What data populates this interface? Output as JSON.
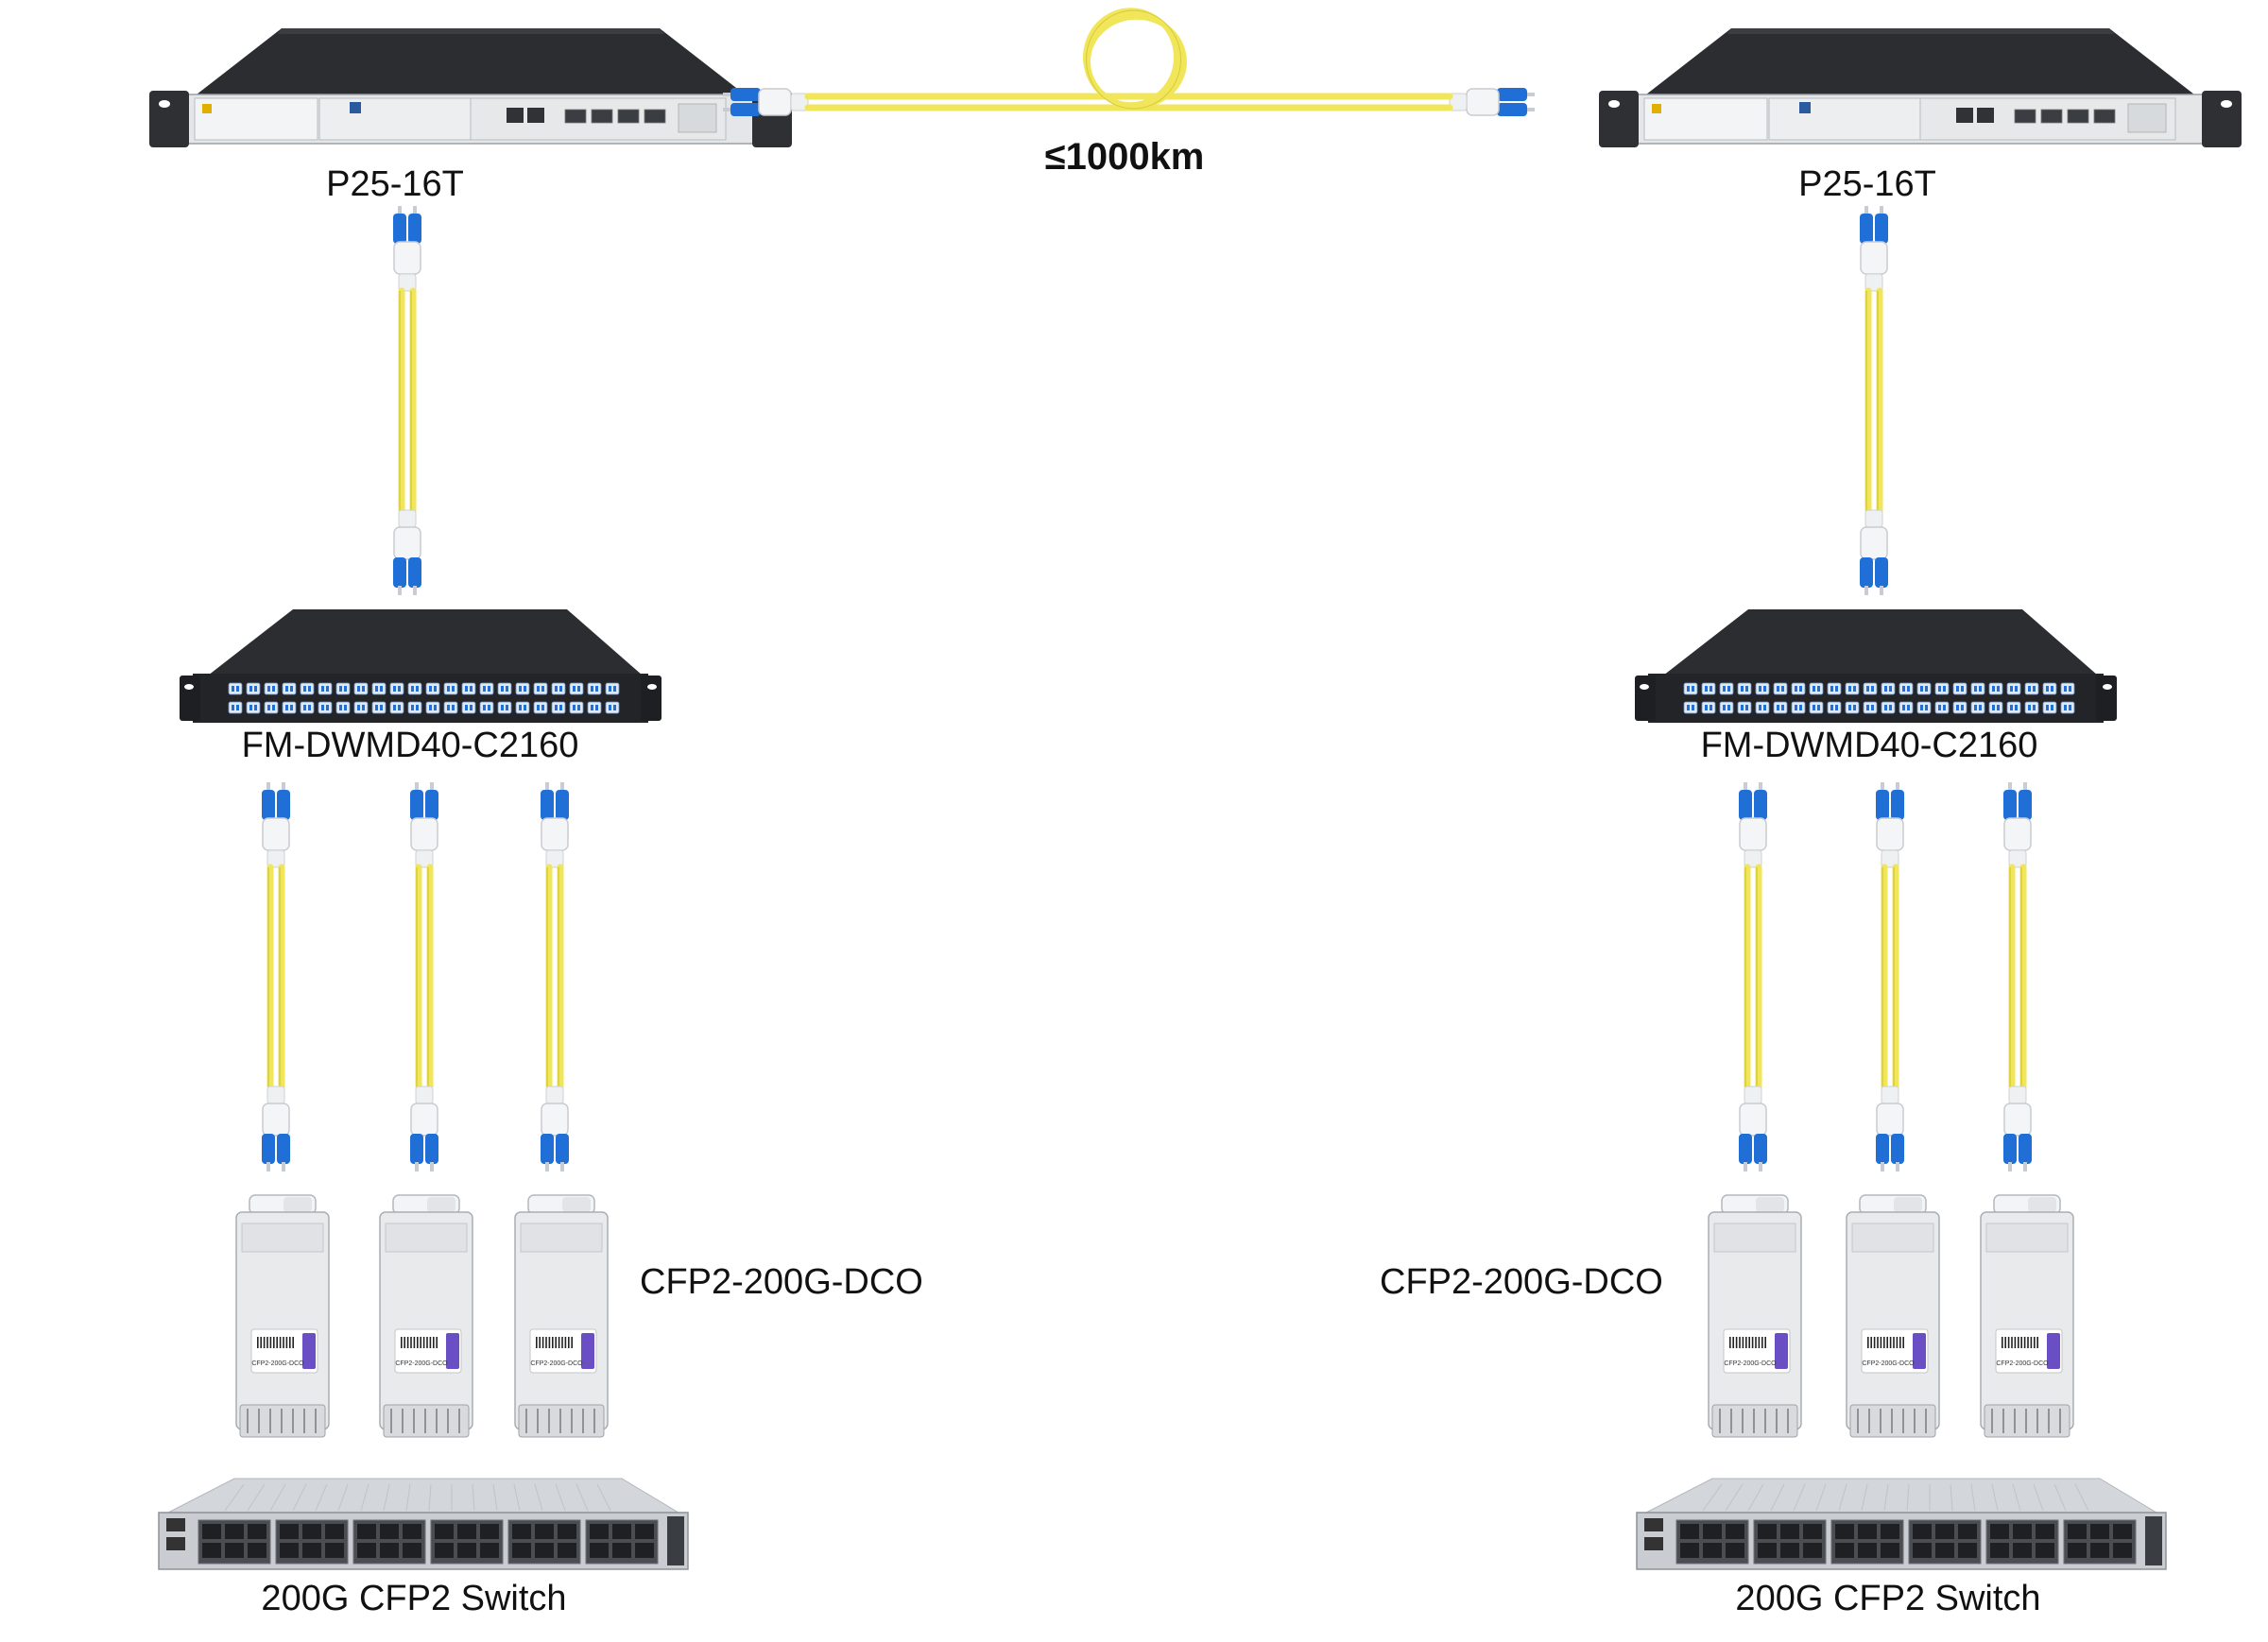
{
  "diagram": {
    "distance_label": "≤1000km",
    "sites": {
      "left": {
        "transponder_label": "P25-16T",
        "mux_label": "FM-DWMD40-C2160",
        "module_label": "CFP2-200G-DCO",
        "switch_label": "200G CFP2 Switch"
      },
      "right": {
        "transponder_label": "P25-16T",
        "mux_label": "FM-DWMD40-C2160",
        "module_label": "CFP2-200G-DCO",
        "switch_label": "200G CFP2 Switch"
      }
    },
    "module_sticker_text": "CFP2-200G-DCO",
    "colors": {
      "fiber_jacket": "#f1e65a",
      "connector_blue": "#1f6fd6",
      "chassis_dark": "#2b2d31",
      "faceplate_light": "#e4e6e8",
      "module_body": "#e9eaec",
      "brand_purple": "#6a4fc4",
      "switch_silver": "#c9ccd0"
    }
  }
}
